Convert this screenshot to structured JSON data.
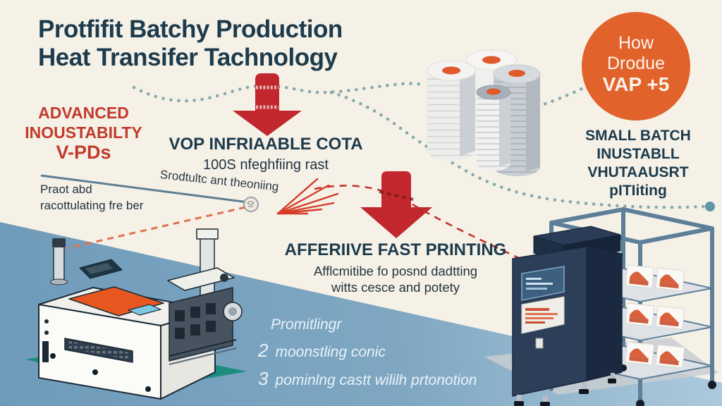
{
  "title": {
    "line1": "Protfifit Batchy Production",
    "line2": "Heat Transifer Tachnology"
  },
  "advanced_callout": {
    "line1": "ADVANCED",
    "line2": "INOUSTABILTY",
    "line3": "V-PDs"
  },
  "left_note": {
    "line1": "Praot abd",
    "line2": "racottulating fre ber"
  },
  "step1": {
    "heading": "VOP INFRIAABLE COTA",
    "subheading": "100S nfeghfiing rast",
    "slanted_note": "Srodtultc ant theoniing"
  },
  "badge": {
    "line1": "How",
    "line2": "Drodue",
    "line3": "VAP +5"
  },
  "right_callout": {
    "line1": "SMALL BATCH",
    "line2": "INUSTABLL",
    "line3": "VHUTAAUSRT",
    "line4": "pITIiting"
  },
  "step2": {
    "heading": "AFFERIIVE FAST PRINTING",
    "subheading1": "Afflcmitibe fo posnd dadtting",
    "subheading2": "witts cesce and potety"
  },
  "promo_list": {
    "item1": "Promitlingr",
    "item2_number": "2",
    "item2_text": "moonstling conic",
    "item3_number": "3",
    "item3_text": "pominlng castt wililh prtonotion"
  },
  "colors": {
    "headline_navy": "#1C3B4D",
    "callout_red": "#C23A2B",
    "arrow_red": "#C1272D",
    "badge_orange": "#E2622B",
    "background_cream": "#F5F1E7",
    "background_blue": "#6F9CBA",
    "platform_teal": "#1E8B80",
    "dotted_teal": "#87AAAF",
    "dashed_orange": "#E0714F",
    "dashed_red": "#C2362B",
    "roll_center_orange": "#E05A2B"
  },
  "icons": {
    "down_arrow": "red downward block arrow",
    "badge_circle": "orange circular badge",
    "connectors": "teal dotted and red/orange dashed flow lines",
    "illustrations": [
      "stacked vinyl material rolls",
      "heat transfer printer machine on teal platform",
      "dark storage cabinet",
      "metal shelf rack with printed packages"
    ]
  }
}
